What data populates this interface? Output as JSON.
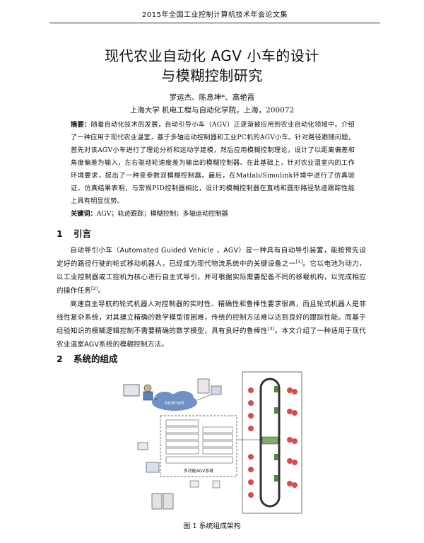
{
  "header": {
    "running_title": "2015年全国工业控制计算机技术年会论文集"
  },
  "paper": {
    "title_line1": "现代农业自动化 AGV 小车的设计",
    "title_line2": "与模糊控制研究",
    "authors": "罗运杰、陈息坤*、高艳霞",
    "affiliation": "上海大学 机电工程与自动化学院，上海，200072"
  },
  "abstract": {
    "label": "摘要：",
    "text": "随着自动化技术的发展，自动引导小车（AGV）正逐渐被应用到农业自动化领域中。介绍了一种应用于现代农业温室，基于多轴运动控制器和工业PC机的AGV小车。针对路径跟随问题，首先对该AGV小车进行了理论分析和运动学建模，然后应用模糊控制理论，设计了以距离偏差和角度偏差为输入，左右驱动轮速度差为输出的模糊控制器。在此基础上，针对农业温室内的工作环境要求，提出了一种变参数双模糊控制器。最后，在Matlab/Simulink环境中进行了仿真验证。仿真结果表明，与常规PID控制器相比，设计的模糊控制器在直线和圆形路径轨迹跟踪性能上具有明显优势。"
  },
  "keywords": {
    "label": "关键词：",
    "text": "AGV；轨迹跟踪；模糊控制；多轴运动控制器"
  },
  "sections": [
    {
      "number": "1",
      "title": "引言",
      "paragraphs": [
        {
          "text": "自动导引小车（Automated Guided Vehicle ，AGV）是一种具有自动导引装置，能按预先设定好的路径行驶的轮式移动机器人，已经成为现代物流系统中的关键设备之一",
          "ref": "[1]",
          "text2": "。它以电池为动力，以工业控制器或工控机为核心进行自主式导引，并可根据实际需要配备不同的移载机构，以完成相应的操作任务",
          "ref2": "[2]",
          "tail": "。"
        },
        {
          "text": "高速自主导航的轮式机器人对控制器的实时性、精确性和鲁棒性要求很高，而且轮式机器人是非线性复杂系统，对其建立精确的数学模型很困难，传统的控制方法难以达到良好的跟踪性能。而基于经验知识的模糊逻辑控制不需要精确的数学模型，具有良好的鲁棒性",
          "ref": "[3]",
          "text2": "。本文介绍了一种适用于现代农业温室AGV系统的模糊控制方法。"
        }
      ]
    },
    {
      "number": "2",
      "title": "系统的组成"
    }
  ],
  "figure": {
    "caption": "图 1  系统组成架构",
    "cloud_label": "Internet",
    "box_label": "多功能AGV系统"
  },
  "colors": {
    "plant_red": "#d94b4b",
    "plant_leaf": "#4a8a3a",
    "cloud_blue": "#6f90c4",
    "border": "#333333"
  }
}
